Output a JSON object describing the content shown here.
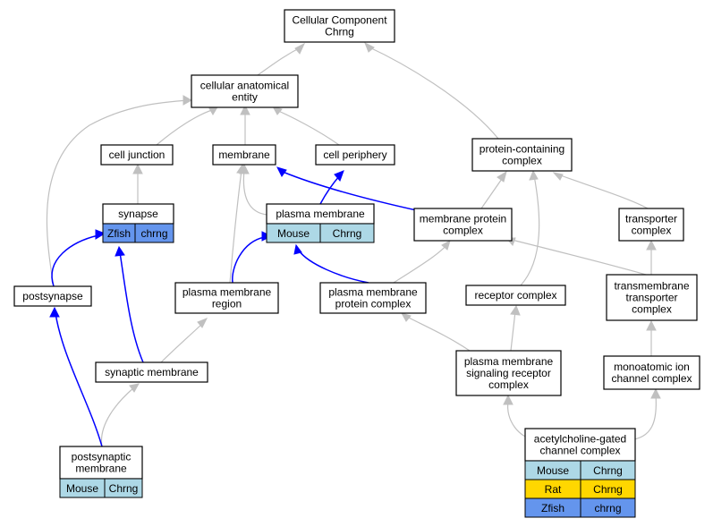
{
  "colors": {
    "mouse": "#add8e6",
    "rat": "#ffd700",
    "zfish": "#6495ed",
    "edge_gray": "#c0c0c0",
    "edge_blue": "#0000ff"
  },
  "nodes": {
    "root": [
      "Cellular Component",
      "Chrng"
    ],
    "cae": [
      "cellular anatomical",
      "entity"
    ],
    "celljunction": [
      "cell junction"
    ],
    "membrane": [
      "membrane"
    ],
    "cellperiphery": [
      "cell periphery"
    ],
    "pcc": [
      "protein-containing",
      "complex"
    ],
    "synapse": [
      "synapse"
    ],
    "plasmamembrane": [
      "plasma membrane"
    ],
    "mpc": [
      "membrane protein",
      "complex"
    ],
    "transporter": [
      "transporter",
      "complex"
    ],
    "postsynapse": [
      "postsynapse"
    ],
    "pmr": [
      "plasma membrane",
      "region"
    ],
    "pmpc": [
      "plasma membrane",
      "protein complex"
    ],
    "receptor": [
      "receptor complex"
    ],
    "tmtc": [
      "transmembrane",
      "transporter",
      "complex"
    ],
    "synmem": [
      "synaptic membrane"
    ],
    "pmsrc": [
      "plasma membrane",
      "signaling receptor",
      "complex"
    ],
    "mic": [
      "monoatomic ion",
      "channel complex"
    ],
    "postsynmem": [
      "postsynaptic",
      "membrane"
    ],
    "achgcc": [
      "acetylcholine-gated",
      "channel complex"
    ]
  },
  "cells": {
    "synapse": [
      [
        "Zfish",
        "chrng"
      ]
    ],
    "plasmamembrane": [
      [
        "Mouse",
        "Chrng"
      ]
    ],
    "postsynmem": [
      [
        "Mouse",
        "Chrng"
      ]
    ],
    "achgcc": [
      [
        "Mouse",
        "Chrng"
      ],
      [
        "Rat",
        "Chrng"
      ],
      [
        "Zfish",
        "chrng"
      ]
    ]
  }
}
